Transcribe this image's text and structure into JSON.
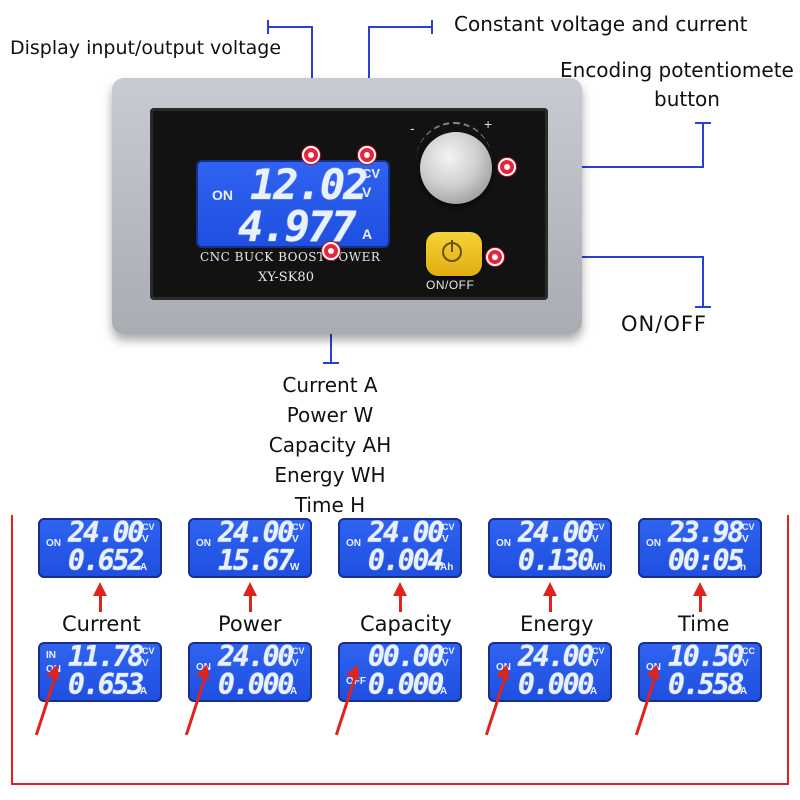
{
  "callouts": {
    "display": "Display input/output voltage",
    "constant": "Constant voltage and current",
    "encoding_1": "Encoding potentiomete",
    "encoding_2": "button",
    "onoff": "ON/OFF",
    "list": [
      "Current A",
      "Power W",
      "Capacity AH",
      "Energy WH",
      "Time H"
    ]
  },
  "module": {
    "on": "ON",
    "voltage": "12.02",
    "voltage_unit": "V",
    "mode": "CV",
    "current": "4.977",
    "current_unit": "A",
    "brand": "CNC BUCK BOOST POWER",
    "model": "XY-SK80",
    "button_label": "ON/OFF",
    "knob_minus": "-",
    "knob_plus": "+"
  },
  "modes": [
    {
      "label": "Current",
      "top": {
        "left": "ON",
        "line1": "24.00",
        "u1": "V",
        "tag": "CV",
        "line2": "0.652",
        "u2": "A"
      },
      "bottom": {
        "left": "IN\nON",
        "line1": "11.78",
        "u1": "V",
        "tag": "CV",
        "line2": "0.653",
        "u2": "A"
      }
    },
    {
      "label": "Power",
      "top": {
        "left": "ON",
        "line1": "24.00",
        "u1": "V",
        "tag": "CV",
        "line2": "15.67",
        "u2": "W"
      },
      "bottom": {
        "left": "ON",
        "line1": "24.00",
        "u1": "V",
        "tag": "CV",
        "line2": "0.000",
        "u2": "A"
      }
    },
    {
      "label": "Capacity",
      "top": {
        "left": "ON",
        "line1": "24.00",
        "u1": "V",
        "tag": "CV",
        "line2": "0.004",
        "u2": "Ah"
      },
      "bottom": {
        "left": "OFF",
        "line1": "00.00",
        "u1": "V",
        "tag": "CV",
        "line2": "0.000",
        "u2": "A"
      }
    },
    {
      "label": "Energy",
      "top": {
        "left": "ON",
        "line1": "24.00",
        "u1": "V",
        "tag": "CV",
        "line2": "0.130",
        "u2": "Wh"
      },
      "bottom": {
        "left": "ON",
        "line1": "24.00",
        "u1": "V",
        "tag": "CV",
        "line2": "0.000",
        "u2": "A"
      }
    },
    {
      "label": "Time",
      "top": {
        "left": "ON",
        "line1": "23.98",
        "u1": "V",
        "tag": "CV",
        "line2": "00:05",
        "u2": "h"
      },
      "bottom": {
        "left": "ON",
        "line1": "10.50",
        "u1": "V",
        "tag": "CC",
        "line2": "0.558",
        "u2": "A"
      }
    }
  ],
  "colors": {
    "lcd": "#2457e8",
    "arrow": "#e0241b",
    "knob_button": "#f2c21b",
    "panel": "#121212",
    "case": "#b9bcc3"
  }
}
